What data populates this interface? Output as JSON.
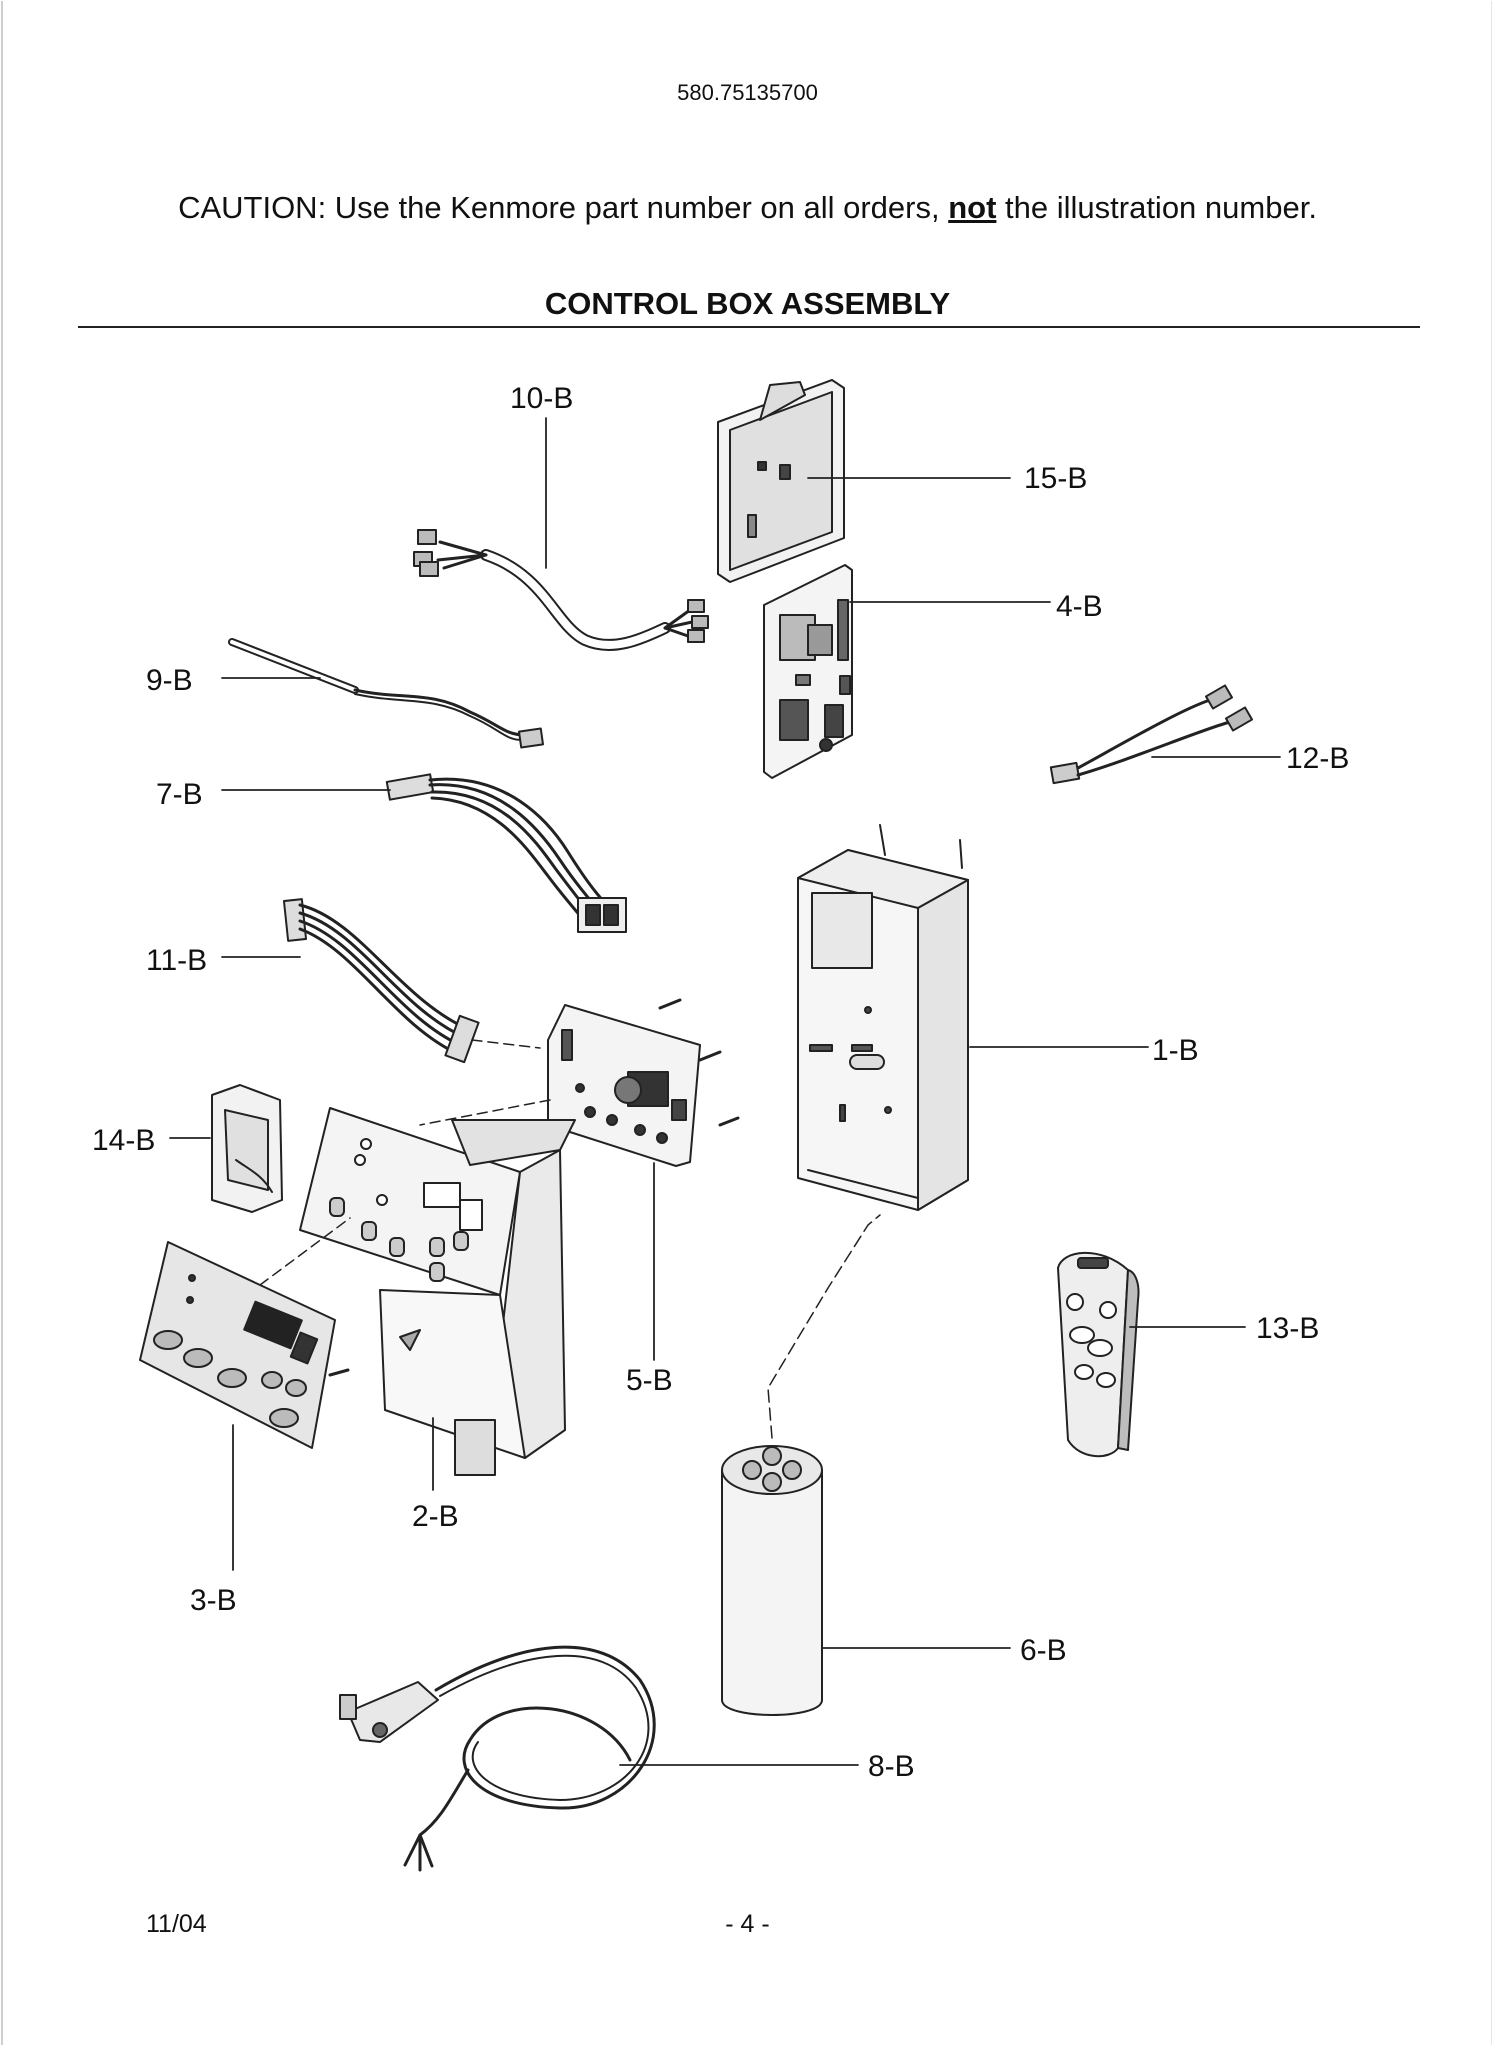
{
  "header": {
    "model_number": "580.75135700",
    "caution_prefix": "CAUTION: Use the Kenmore part number on all orders, ",
    "caution_emphasis": "not",
    "caution_suffix": " the illustration number.",
    "section_title": "CONTROL BOX ASSEMBLY"
  },
  "callouts": {
    "p10": "10-B",
    "p15": "15-B",
    "p4": "4-B",
    "p9": "9-B",
    "p12": "12-B",
    "p7": "7-B",
    "p11": "11-B",
    "p1": "1-B",
    "p14": "14-B",
    "p13": "13-B",
    "p5": "5-B",
    "p2": "2-B",
    "p3": "3-B",
    "p6": "6-B",
    "p8": "8-B"
  },
  "footer": {
    "date": "11/04",
    "page": "- 4 -"
  }
}
